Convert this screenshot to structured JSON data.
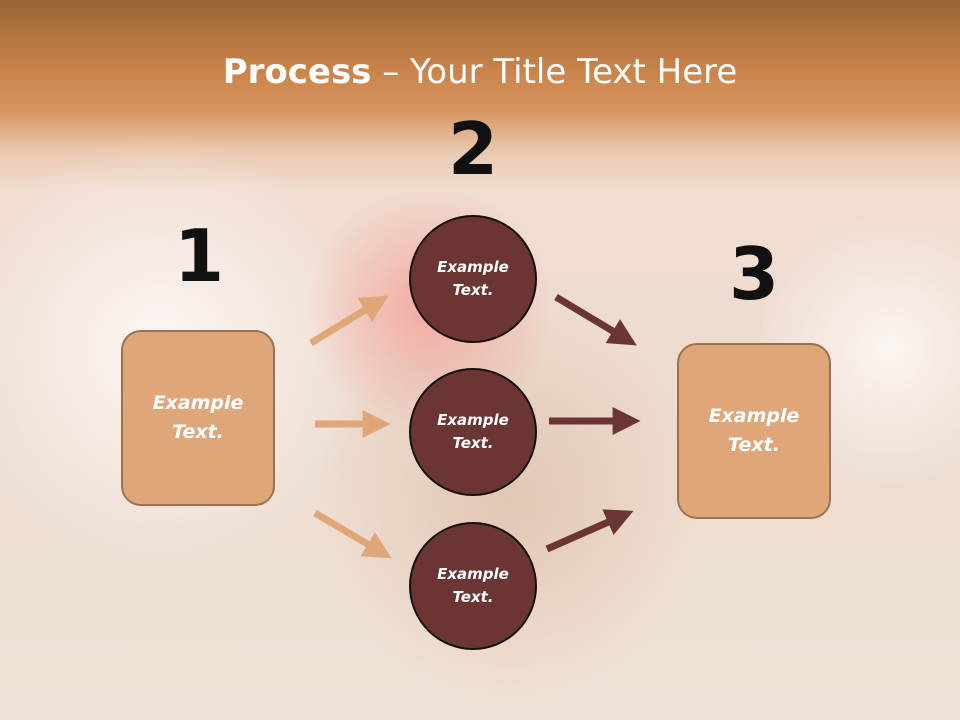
{
  "title": {
    "bold": "Process",
    "rest": " – Your Title Text Here"
  },
  "steps": {
    "one": "1",
    "two": "2",
    "three": "3"
  },
  "left_box": {
    "text": "Example\nText."
  },
  "right_box": {
    "text": "Example\nText."
  },
  "circles": [
    {
      "text": "Example\nText."
    },
    {
      "text": "Example\nText."
    },
    {
      "text": "Example\nText."
    }
  ],
  "colors": {
    "box_fill": "#dfa679",
    "circle_fill": "#6b3534",
    "arrow_light": "#dfa679",
    "arrow_dark": "#6b3534"
  }
}
